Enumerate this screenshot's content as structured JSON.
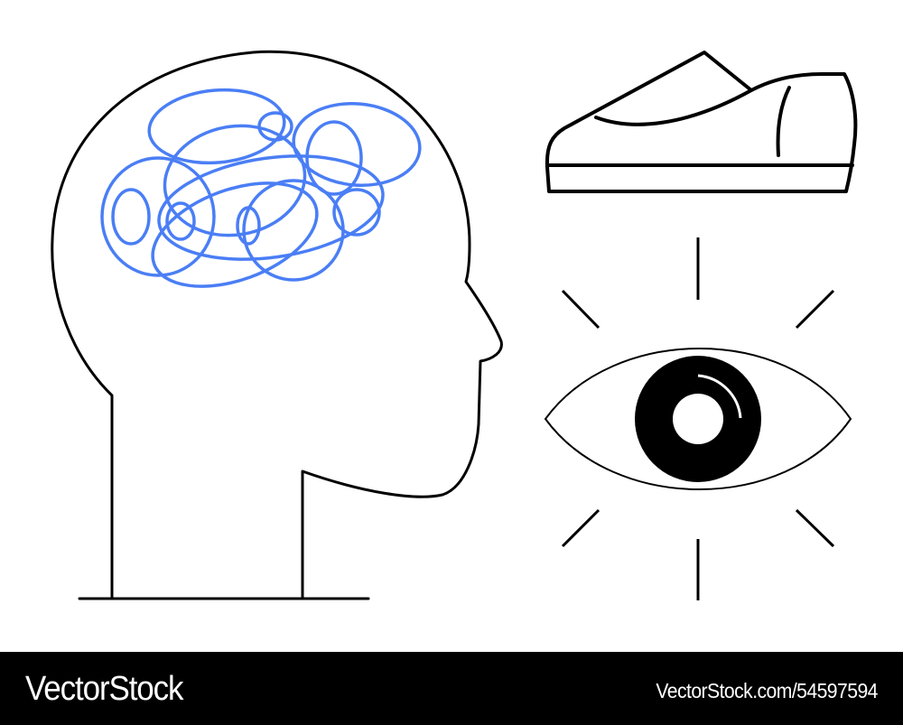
{
  "illustration": {
    "elements": [
      {
        "name": "head-profile",
        "icon": "head-silhouette-icon"
      },
      {
        "name": "tangled-thoughts",
        "icon": "scribble-brain-icon"
      },
      {
        "name": "shoe",
        "icon": "sneaker-icon"
      },
      {
        "name": "eye",
        "icon": "radiant-eye-icon"
      }
    ],
    "colors": {
      "background": "#ffffff",
      "outline": "#000000",
      "scribble": "#4a7ef5",
      "footer_bg": "#000000",
      "footer_text": "#ffffff"
    }
  },
  "footer": {
    "brand": "VectorStock",
    "stock_id": "VectorStock.com/54597594"
  }
}
